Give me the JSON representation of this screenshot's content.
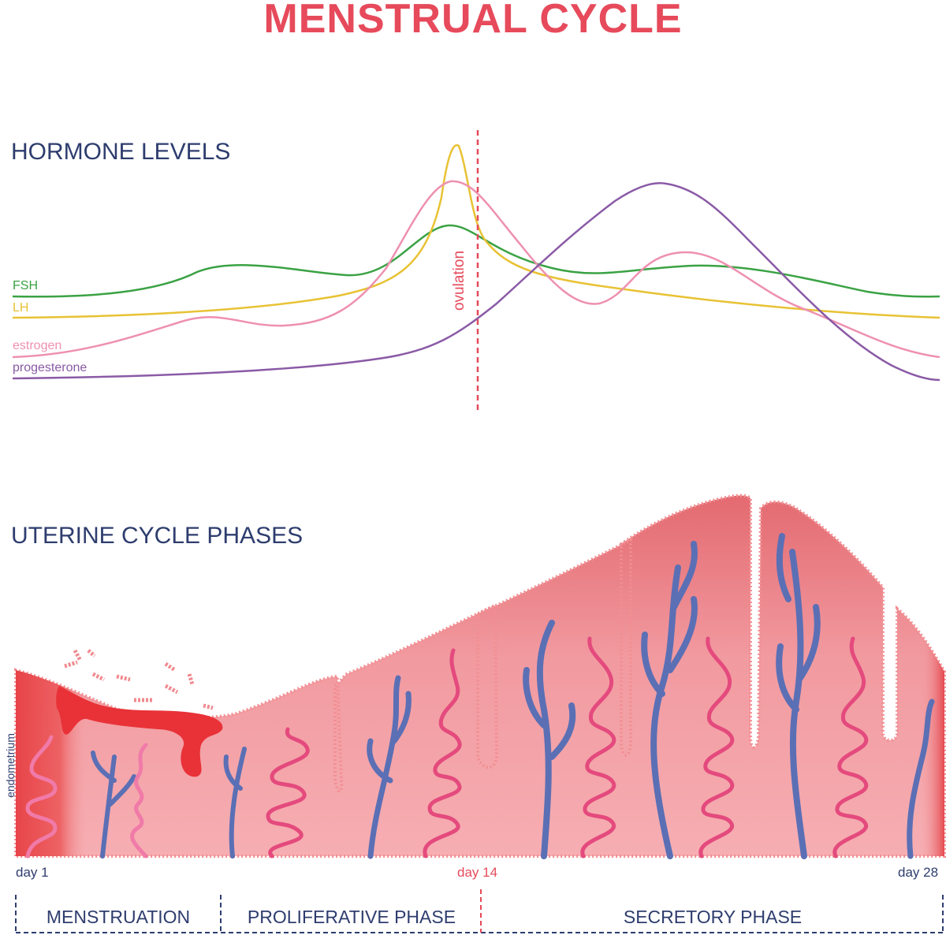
{
  "title": "MENSTRUAL CYCLE",
  "hormones": {
    "title": "HORMONE LEVELS",
    "labels": [
      {
        "name": "FSH",
        "color": "#3ba244"
      },
      {
        "name": "LH",
        "color": "#e8c234"
      },
      {
        "name": "estrogen",
        "color": "#ee90b0"
      },
      {
        "name": "progesterone",
        "color": "#8a5aa6"
      }
    ],
    "ovulation_label": "ovulation"
  },
  "uterine": {
    "title": "UTERINE CYCLE PHASES",
    "axis_label": "endometrium",
    "days": {
      "start": "day 1",
      "mid": "day 14",
      "end": "day 28"
    },
    "phases": [
      "MENSTRUATION",
      "PROLIFERATIVE PHASE",
      "SECRETORY PHASE"
    ]
  },
  "colors": {
    "title": "#e64a5b",
    "text": "#2e3d6e",
    "ovulation": "#e64a5b",
    "tissue": "#f3a0a4",
    "vessel_blue": "#5b6fb5",
    "vessel_pink": "#e44a7d"
  }
}
